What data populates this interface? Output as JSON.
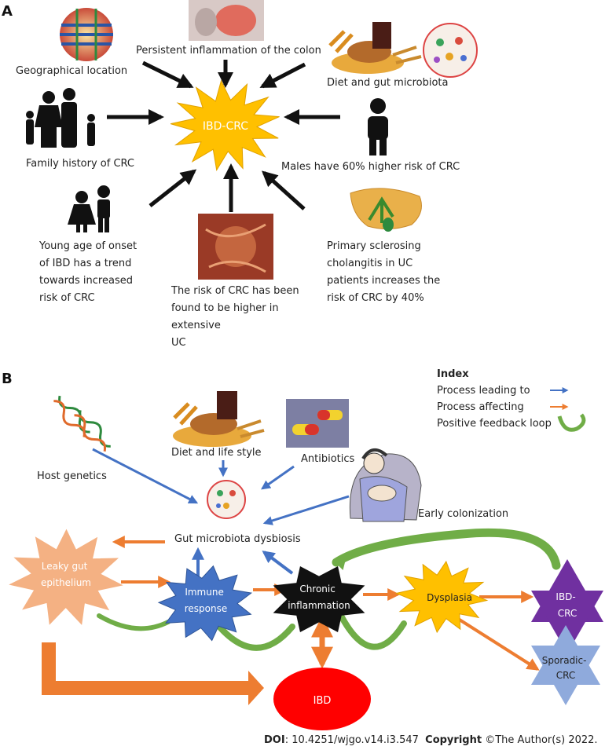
{
  "panel_a": {
    "letter": "A",
    "center": "IBD-CRC",
    "geo": "Geographical location",
    "inflammation": "Persistent inflammation of the colon",
    "diet": "Diet and gut microbiota",
    "family": "Family history of CRC",
    "males": "Males have 60% higher risk of CRC",
    "young": [
      "Young age of onset",
      "of IBD has a trend",
      "towards increased",
      "risk of CRC"
    ],
    "extensive": [
      "The risk of CRC has been",
      "found to be higher in",
      "extensive",
      "UC"
    ],
    "psc": [
      "Primary sclerosing",
      "cholangitis in UC",
      "patients increases the",
      "risk of CRC by 40%"
    ]
  },
  "panel_b": {
    "letter": "B",
    "index_title": "Index",
    "index_items": [
      "Process leading to",
      "Process affecting",
      "Positive feedback loop"
    ],
    "host": "Host genetics",
    "diet": "Diet and life style",
    "antibiotics": "Antibiotics",
    "early": "Early colonization",
    "dysbiosis": "Gut microbiota dysbiosis",
    "leaky": [
      "Leaky gut",
      "epithelium"
    ],
    "immune": [
      "Immune",
      "response"
    ],
    "chronic": [
      "Chronic",
      "inflammation"
    ],
    "dysplasia": "Dysplasia",
    "ibdcrc": [
      "IBD-",
      "CRC"
    ],
    "sporadic": [
      "Sporadic-",
      "CRC"
    ],
    "ibd": "IBD"
  },
  "footer": {
    "doi_label": "DOI",
    "doi_value": ": 10.4251/wjgo.v14.i3.547",
    "copyright_label": "Copyright",
    "copyright_value": " ©The Author(s) 2022."
  },
  "colors": {
    "blue_arrow": "#4472c4",
    "orange_arrow": "#ed7d31",
    "green_loop": "#70ad47",
    "star_yellow": "#ffc000",
    "immune_blue": "#4472c4",
    "leaky_peach": "#f4b183",
    "ibd_red": "#ff0000",
    "ibdcrc_purple": "#7030a0",
    "sporadic_lavender": "#8faadc"
  }
}
